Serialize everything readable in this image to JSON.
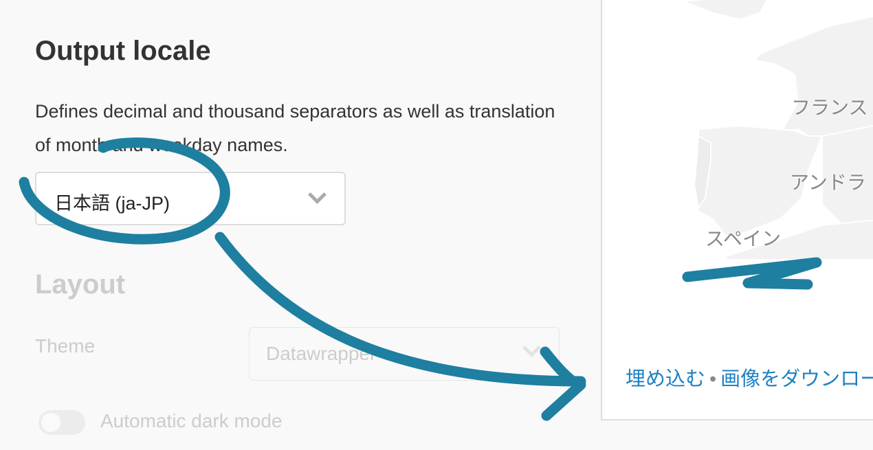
{
  "locale_section": {
    "title": "Output locale",
    "description": "Defines decimal and thousand separators as well as translation of month and weekday names.",
    "selected_locale": "日本語 (ja-JP)"
  },
  "layout_section": {
    "title": "Layout",
    "theme_label": "Theme",
    "theme_value": "Datawrapper",
    "dark_mode_label": "Automatic dark mode",
    "dark_mode_enabled": false
  },
  "preview": {
    "map_labels": [
      "フランス",
      "アンドラ",
      "スペイン"
    ],
    "embed_link": "埋め込む",
    "separator": "•",
    "download_link": "画像をダウンロード"
  },
  "colors": {
    "annotation": "#1e7fa0",
    "link": "#1d81c2"
  }
}
